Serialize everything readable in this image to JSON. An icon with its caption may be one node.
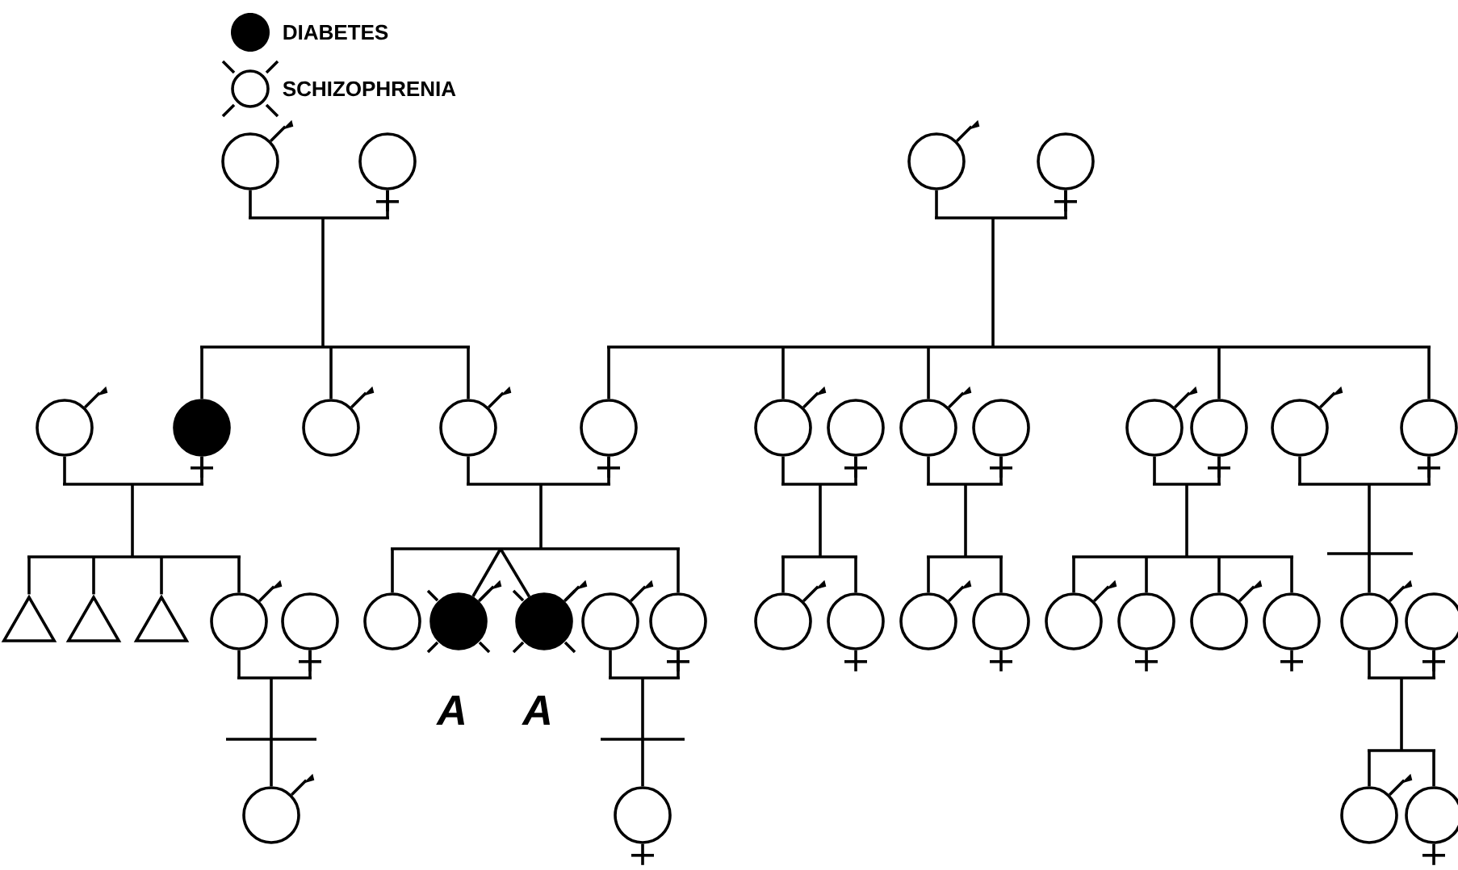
{
  "diagram": {
    "nodes": [
      {
        "text": [],
        "shape": "male"
      },
      {
        "text": [],
        "shape": "female"
      },
      {
        "text": [],
        "shape": "male"
      },
      {
        "text": [],
        "shape": "female"
      },
      {
        "text": [],
        "shape": "male"
      },
      {
        "text": [],
        "shape": "filled-female"
      },
      {
        "text": [],
        "shape": "male"
      },
      {
        "text": [],
        "shape": "male"
      },
      {
        "text": [],
        "shape": "female"
      },
      {
        "text": [],
        "shape": "male"
      },
      {
        "text": [],
        "shape": "female"
      },
      {
        "text": [],
        "shape": "male"
      },
      {
        "text": [],
        "shape": "female"
      },
      {
        "text": [],
        "shape": "male"
      },
      {
        "text": [],
        "shape": "female"
      },
      {
        "text": [],
        "shape": "male"
      },
      {
        "text": [],
        "shape": "female"
      },
      {
        "text": [],
        "shape": "triangle"
      },
      {
        "text": [],
        "shape": "triangle"
      },
      {
        "text": [],
        "shape": "triangle"
      },
      {
        "text": [],
        "shape": "male"
      },
      {
        "text": [],
        "shape": "female"
      },
      {
        "text": [],
        "shape": "circle"
      },
      {
        "text": [],
        "shape": "filled-crossed-male",
        "beside": [
          "A"
        ]
      },
      {
        "text": [],
        "shape": "filled-crossed-male",
        "beside": [
          "A"
        ]
      },
      {
        "text": [],
        "shape": "male"
      },
      {
        "text": [],
        "shape": "female"
      },
      {
        "text": [],
        "shape": "male"
      },
      {
        "text": [],
        "shape": "female"
      },
      {
        "text": [],
        "shape": "male"
      },
      {
        "text": [],
        "shape": "female"
      },
      {
        "text": [],
        "shape": "male"
      },
      {
        "text": [],
        "shape": "female"
      },
      {
        "text": [],
        "shape": "male"
      },
      {
        "text": [],
        "shape": "female"
      },
      {
        "text": [],
        "shape": "male"
      },
      {
        "text": [],
        "shape": "female"
      },
      {
        "text": [],
        "shape": "male"
      },
      {
        "text": [],
        "shape": "female"
      },
      {
        "text": [],
        "shape": "male"
      },
      {
        "text": [],
        "shape": "female"
      },
      {
        "text": [],
        "shape": "bar"
      },
      {
        "text": [],
        "shape": "bar"
      },
      {
        "text": [],
        "shape": "bar"
      },
      {
        "text": [],
        "shape": "bar"
      },
      {
        "text": [],
        "shape": "bar"
      },
      {
        "text": [],
        "shape": "bar"
      },
      {
        "text": [],
        "shape": "bar"
      },
      {
        "text": [],
        "shape": "bar"
      },
      {
        "text": [],
        "shape": "bar"
      },
      {
        "text": [],
        "shape": "bar"
      },
      {
        "text": [],
        "shape": "bar"
      },
      {
        "text": [],
        "shape": "bar"
      },
      {
        "text": [],
        "shape": "bar"
      },
      {
        "text": [],
        "shape": "bar"
      },
      {
        "text": [],
        "shape": "bar"
      },
      {
        "text": [],
        "shape": "bar"
      },
      {
        "text": [],
        "shape": "bar"
      },
      {
        "text": [],
        "shape": "bar"
      },
      {
        "text": [],
        "shape": "bar"
      }
    ],
    "edges": [
      {
        "from": 0,
        "to": 41,
        "arrow": "none"
      },
      {
        "from": 1,
        "to": 41,
        "arrow": "none"
      },
      {
        "from": 2,
        "to": 42,
        "arrow": "none"
      },
      {
        "from": 3,
        "to": 42,
        "arrow": "none"
      },
      {
        "from": 41,
        "to": 43,
        "arrow": "none"
      },
      {
        "from": 42,
        "to": 44,
        "arrow": "none"
      },
      {
        "from": 43,
        "to": 5,
        "arrow": "none"
      },
      {
        "from": 43,
        "to": 6,
        "arrow": "none"
      },
      {
        "from": 43,
        "to": 7,
        "arrow": "none"
      },
      {
        "from": 44,
        "to": 8,
        "arrow": "none"
      },
      {
        "from": 44,
        "to": 9,
        "arrow": "none"
      },
      {
        "from": 44,
        "to": 11,
        "arrow": "none"
      },
      {
        "from": 44,
        "to": 14,
        "arrow": "none"
      },
      {
        "from": 44,
        "to": 16,
        "arrow": "none"
      },
      {
        "from": 4,
        "to": 45,
        "arrow": "none"
      },
      {
        "from": 5,
        "to": 45,
        "arrow": "none"
      },
      {
        "from": 7,
        "to": 46,
        "arrow": "none"
      },
      {
        "from": 8,
        "to": 46,
        "arrow": "none"
      },
      {
        "from": 9,
        "to": 47,
        "arrow": "none"
      },
      {
        "from": 10,
        "to": 47,
        "arrow": "none"
      },
      {
        "from": 11,
        "to": 48,
        "arrow": "none"
      },
      {
        "from": 12,
        "to": 48,
        "arrow": "none"
      },
      {
        "from": 13,
        "to": 49,
        "arrow": "none"
      },
      {
        "from": 14,
        "to": 49,
        "arrow": "none"
      },
      {
        "from": 15,
        "to": 50,
        "arrow": "none"
      },
      {
        "from": 16,
        "to": 50,
        "arrow": "none"
      },
      {
        "from": 45,
        "to": 51,
        "arrow": "none"
      },
      {
        "from": 46,
        "to": 52,
        "arrow": "none"
      },
      {
        "from": 47,
        "to": 53,
        "arrow": "none"
      },
      {
        "from": 48,
        "to": 54,
        "arrow": "none"
      },
      {
        "from": 49,
        "to": 55,
        "arrow": "none"
      },
      {
        "from": 50,
        "to": 35,
        "arrow": "none"
      },
      {
        "from": 51,
        "to": 17,
        "arrow": "none"
      },
      {
        "from": 51,
        "to": 18,
        "arrow": "none"
      },
      {
        "from": 51,
        "to": 19,
        "arrow": "none"
      },
      {
        "from": 51,
        "to": 20,
        "arrow": "none"
      },
      {
        "from": 52,
        "to": 22,
        "arrow": "none"
      },
      {
        "from": 52,
        "to": 23,
        "arrow": "none"
      },
      {
        "from": 52,
        "to": 24,
        "arrow": "none"
      },
      {
        "from": 52,
        "to": 26,
        "arrow": "none"
      },
      {
        "from": 53,
        "to": 27,
        "arrow": "none"
      },
      {
        "from": 53,
        "to": 28,
        "arrow": "none"
      },
      {
        "from": 54,
        "to": 29,
        "arrow": "none"
      },
      {
        "from": 54,
        "to": 30,
        "arrow": "none"
      },
      {
        "from": 55,
        "to": 31,
        "arrow": "none"
      },
      {
        "from": 55,
        "to": 32,
        "arrow": "none"
      },
      {
        "from": 55,
        "to": 33,
        "arrow": "none"
      },
      {
        "from": 55,
        "to": 34,
        "arrow": "none"
      },
      {
        "from": 20,
        "to": 56,
        "arrow": "none"
      },
      {
        "from": 21,
        "to": 56,
        "arrow": "none"
      },
      {
        "from": 25,
        "to": 57,
        "arrow": "none"
      },
      {
        "from": 26,
        "to": 57,
        "arrow": "none"
      },
      {
        "from": 35,
        "to": 58,
        "arrow": "none"
      },
      {
        "from": 36,
        "to": 58,
        "arrow": "none"
      },
      {
        "from": 56,
        "to": 37,
        "arrow": "none"
      },
      {
        "from": 57,
        "to": 38,
        "arrow": "none"
      },
      {
        "from": 58,
        "to": 59,
        "arrow": "none"
      },
      {
        "from": 59,
        "to": 39,
        "arrow": "none"
      },
      {
        "from": 59,
        "to": 40,
        "arrow": "none"
      }
    ],
    "legend": [
      {
        "text": "DIABETES",
        "color": "#000000"
      },
      {
        "text": "SCHIZOPHRENIA"
      }
    ]
  }
}
